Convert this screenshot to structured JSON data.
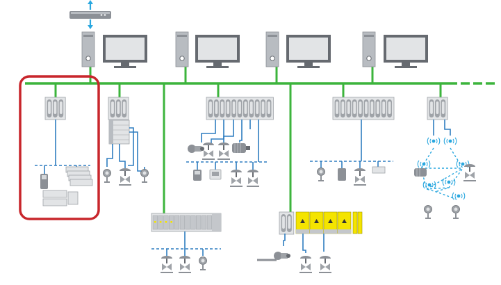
{
  "colors": {
    "ethernet": "#3cb43c",
    "fieldbus": "#2e7dc0",
    "wireless": "#29a7df",
    "highlight": "#c8262c",
    "hazard": "#f4e400",
    "device_dark": "#666a70",
    "device_mid": "#9fa3a8",
    "device_light": "#e2e4e6"
  },
  "icons": {
    "router": "network-router-icon",
    "workstation": "pc-workstation-icon",
    "controller": "io-controller-icon",
    "io_module": "io-module-icon",
    "field_device": "field-instrument-icon",
    "valve": "control-valve-icon",
    "wireless": "wireless-signal-icon"
  },
  "network": {
    "workstations": 4,
    "backbone": "ethernet",
    "highlighted_segment": "left-controller-cluster"
  }
}
